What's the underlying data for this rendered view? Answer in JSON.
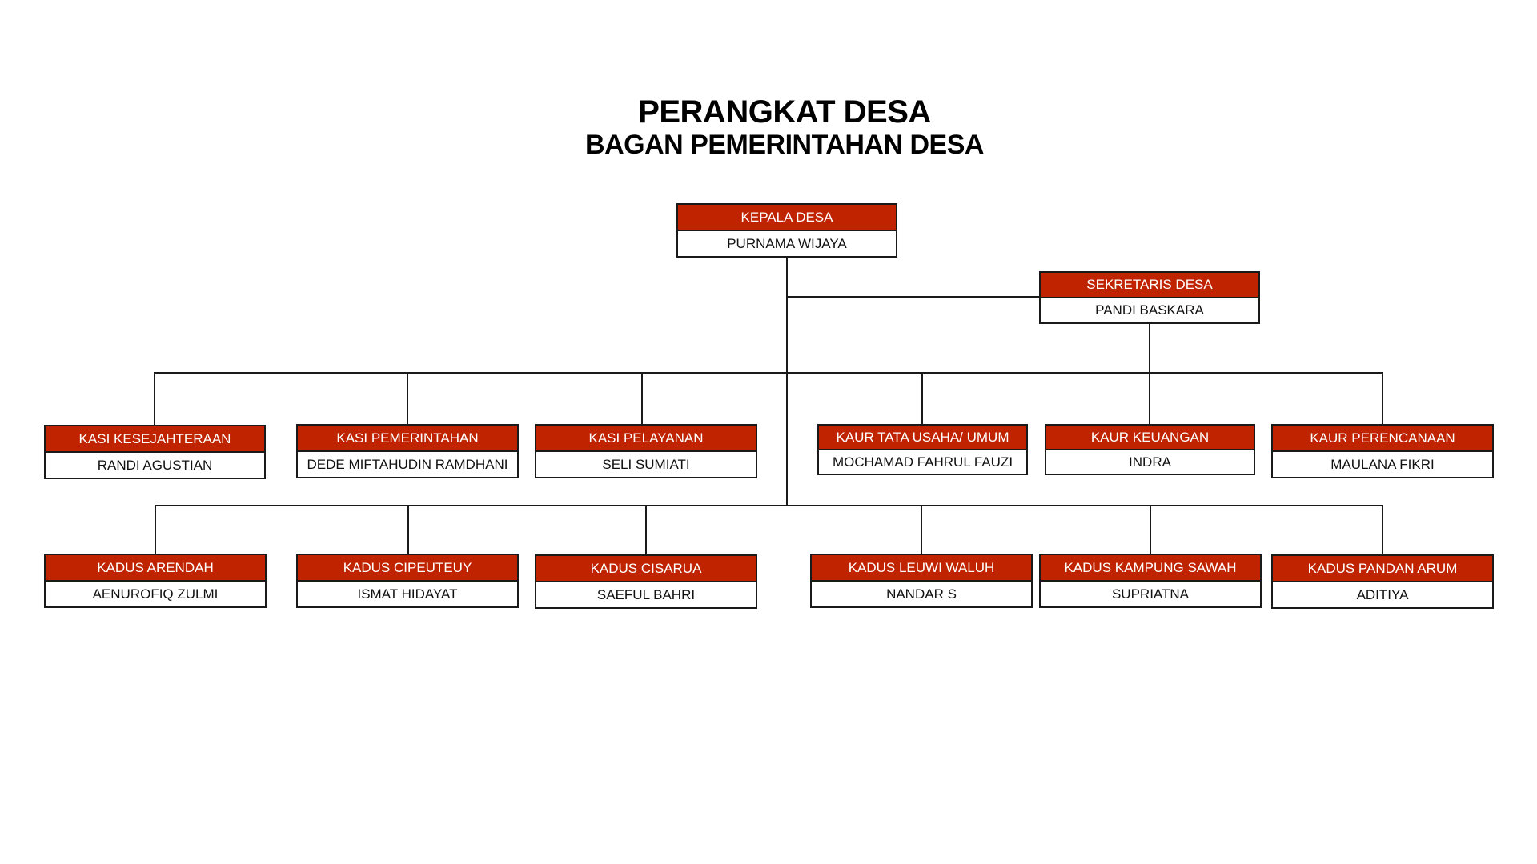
{
  "title": "PERANGKAT DESA",
  "subtitle": "BAGAN PEMERINTAHAN DESA",
  "head": {
    "role": "KEPALA DESA",
    "name": "PURNAMA WIJAYA"
  },
  "secretary": {
    "role": "SEKRETARIS DESA",
    "name": "PANDI BASKARA"
  },
  "row1": [
    {
      "role": "KASI KESEJAHTERAAN",
      "name": "RANDI AGUSTIAN"
    },
    {
      "role": "KASI PEMERINTAHAN",
      "name": "DEDE MIFTAHUDIN RAMDHANI"
    },
    {
      "role": "KASI PELAYANAN",
      "name": "SELI SUMIATI"
    },
    {
      "role": "KAUR TATA USAHA/ UMUM",
      "name": "MOCHAMAD FAHRUL FAUZI"
    },
    {
      "role": "KAUR KEUANGAN",
      "name": "INDRA"
    },
    {
      "role": "KAUR PERENCANAAN",
      "name": "MAULANA FIKRI"
    }
  ],
  "row2": [
    {
      "role": "KADUS ARENDAH",
      "name": "AENUROFIQ ZULMI"
    },
    {
      "role": "KADUS CIPEUTEUY",
      "name": "ISMAT HIDAYAT"
    },
    {
      "role": "KADUS CISARUA",
      "name": "SAEFUL BAHRI"
    },
    {
      "role": "KADUS LEUWI WALUH",
      "name": "NANDAR S"
    },
    {
      "role": "KADUS KAMPUNG SAWAH",
      "name": "SUPRIATNA"
    },
    {
      "role": "KADUS PANDAN ARUM",
      "name": "ADITIYA"
    }
  ],
  "colors": {
    "header": "#C02300",
    "line": "#1a1a1a"
  }
}
